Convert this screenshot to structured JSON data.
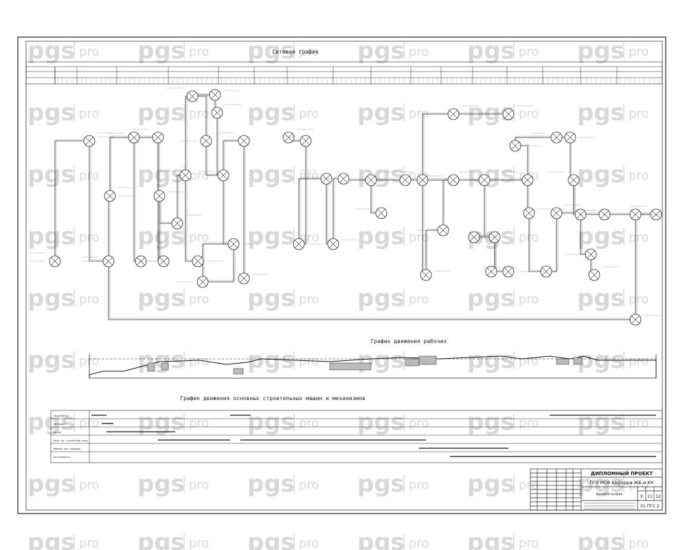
{
  "watermark": {
    "brand": "pgs",
    "suffix": "pro"
  },
  "sections": {
    "network_title": "Сетевой график",
    "workforce_title": "График движения рабочих",
    "machines_title": "График движения основных строительных машин и механизмов"
  },
  "machines": {
    "rows": [
      "Экскаватор",
      "Автокран",
      "Каток",
      "Кран на гусеничном ходу",
      "Машина для укладки",
      "Бетононасос"
    ]
  },
  "title_block": {
    "project": "ДИПЛОМНЫЙ ПРОЕКТ",
    "org": "ПГУ ИСФ кафедра ЖБ и КК",
    "stage": "У",
    "sheet": "11",
    "sheets": "12",
    "sheet_name": "Сетевой график",
    "doc_code": "01 ПГС 2"
  },
  "colors": {
    "ink": "#222222",
    "watermark": "#d8d8d8",
    "background": "#ffffff"
  }
}
